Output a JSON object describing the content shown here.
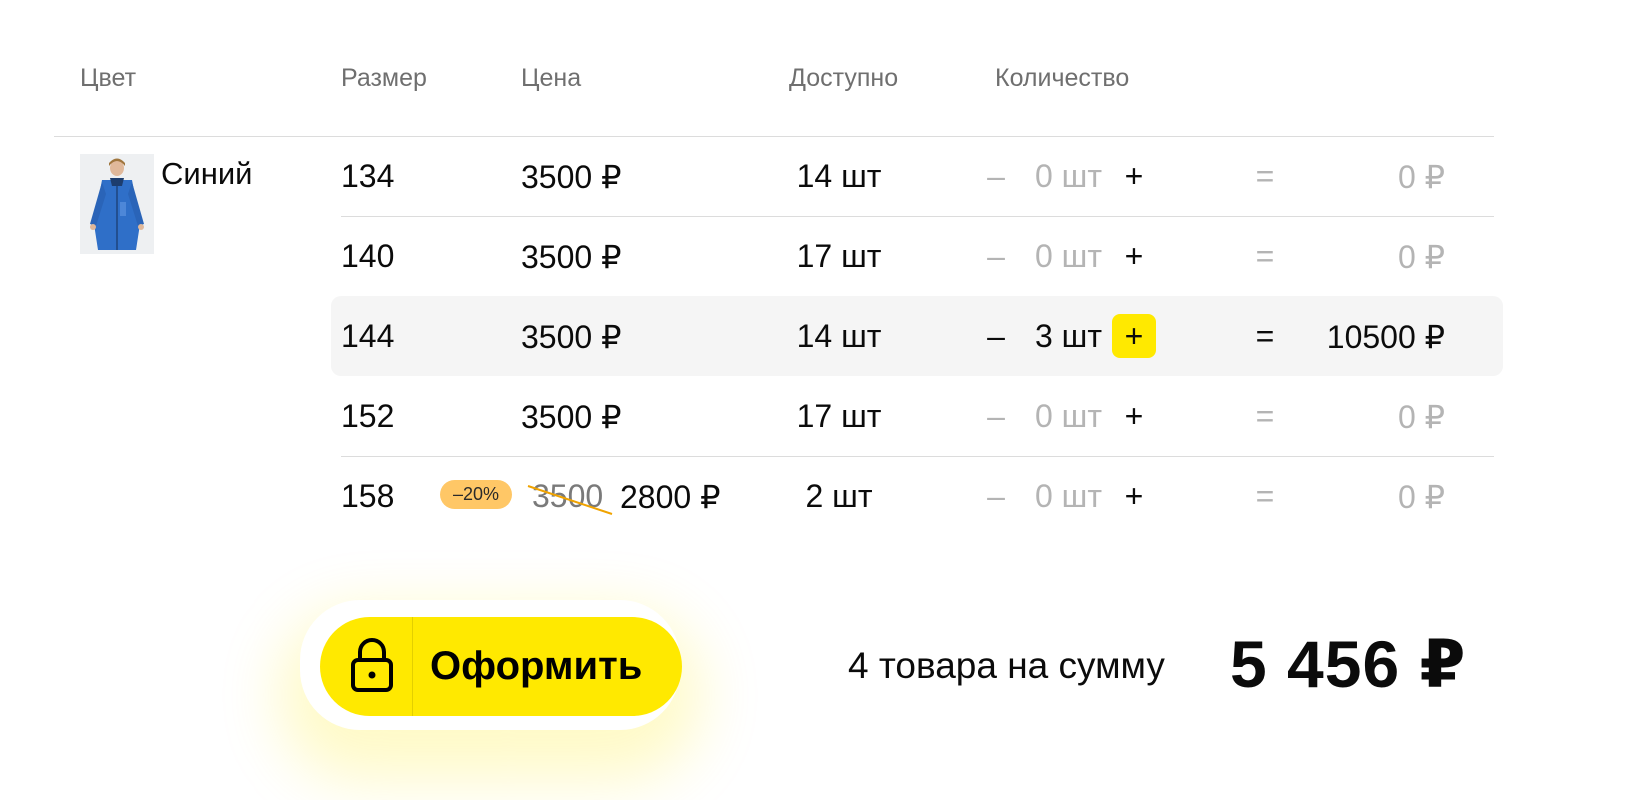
{
  "headers": {
    "color": "Цвет",
    "size": "Размер",
    "price": "Цена",
    "available": "Доступно",
    "quantity": "Количество"
  },
  "product": {
    "color_name": "Синий",
    "image_icon": "blue-jacket-model-photo"
  },
  "rows": [
    {
      "size": "134",
      "price": "3500 ₽",
      "available": "14 шт",
      "minus": "–",
      "qty": "0 шт",
      "plus": "+",
      "eq": "=",
      "total": "0 ₽",
      "active": false
    },
    {
      "size": "140",
      "price": "3500 ₽",
      "available": "17 шт",
      "minus": "–",
      "qty": "0 шт",
      "plus": "+",
      "eq": "=",
      "total": "0 ₽",
      "active": false
    },
    {
      "size": "144",
      "price": "3500 ₽",
      "available": "14 шт",
      "minus": "–",
      "qty": "3 шт",
      "plus": "+",
      "eq": "=",
      "total": "10500 ₽",
      "active": true
    },
    {
      "size": "152",
      "price": "3500 ₽",
      "available": "17 шт",
      "minus": "–",
      "qty": "0 шт",
      "plus": "+",
      "eq": "=",
      "total": "0 ₽",
      "active": false
    },
    {
      "size": "158",
      "discount": "–20%",
      "old_price": "3500",
      "price": "2800 ₽",
      "available": "2 шт",
      "minus": "–",
      "qty": "0 шт",
      "plus": "+",
      "eq": "=",
      "total": "0 ₽",
      "active": false
    }
  ],
  "checkout": {
    "button_label": "Оформить",
    "lock_icon": "lock-icon",
    "summary_label": "4 товара на сумму",
    "summary_total": "5 456 ₽"
  },
  "colors": {
    "accent_yellow": "#ffe900",
    "discount_badge": "#ffc766",
    "muted_text": "#b4b4b4",
    "header_text": "#6f6f6f"
  }
}
